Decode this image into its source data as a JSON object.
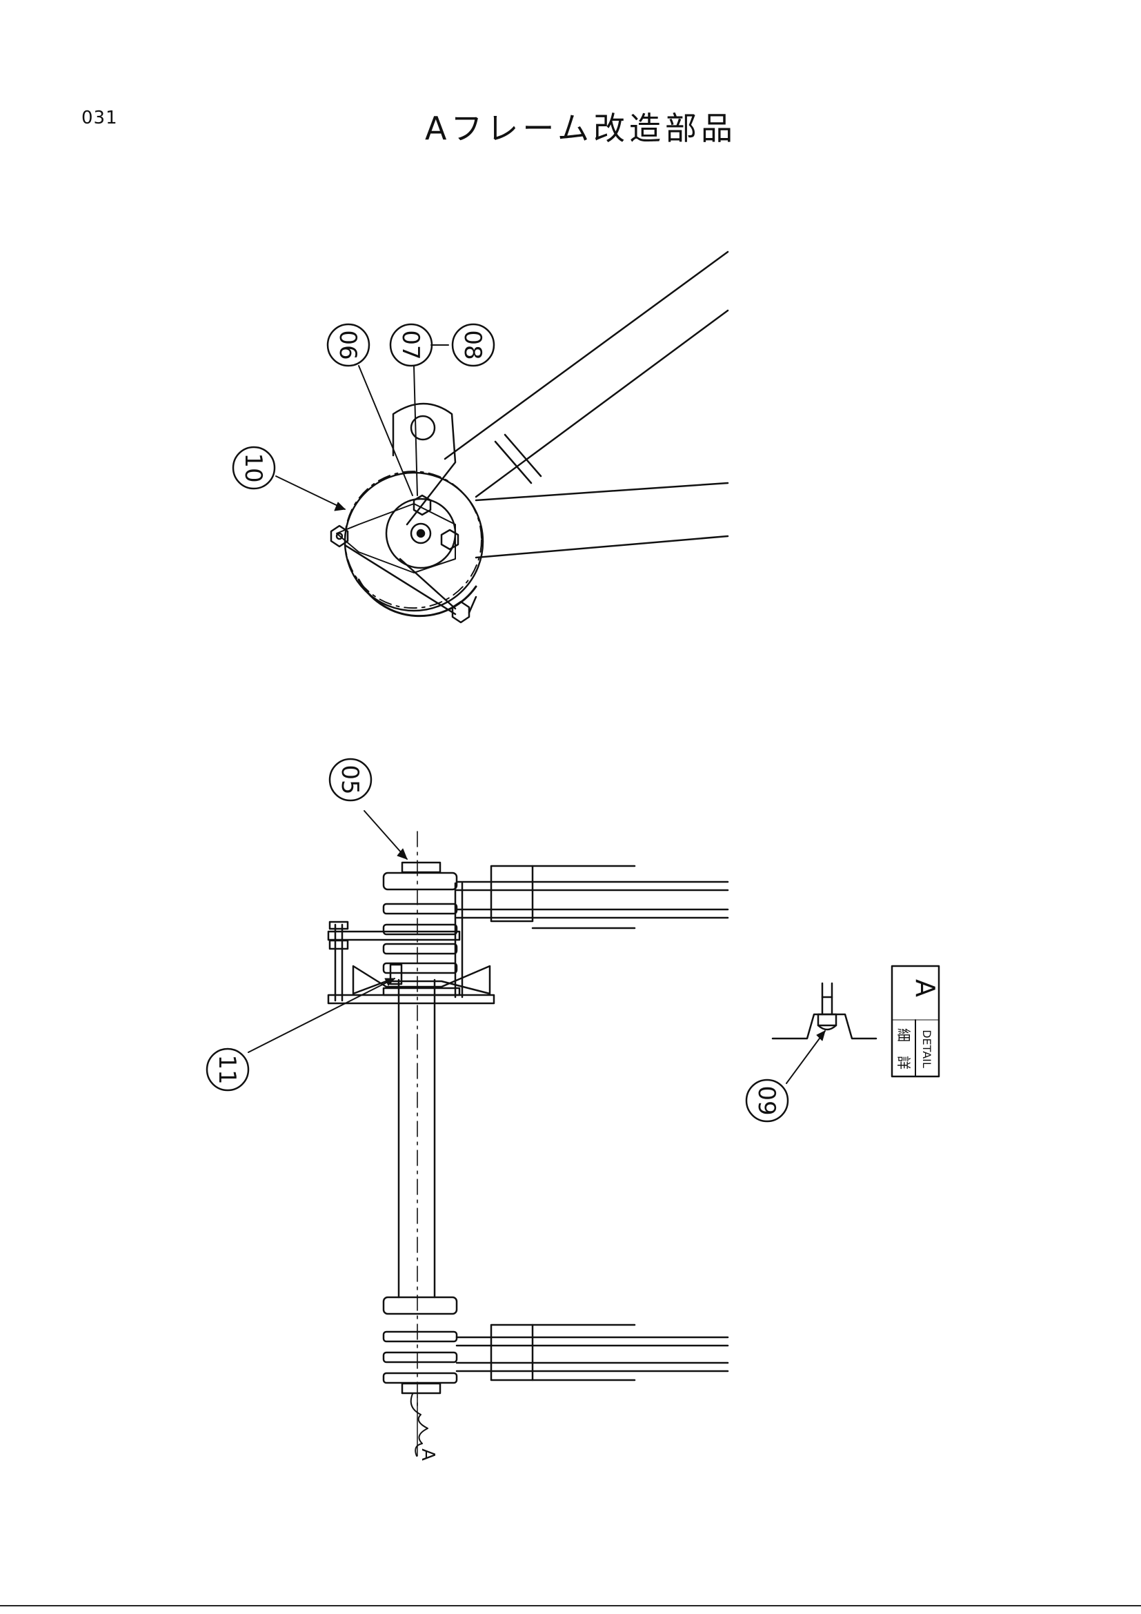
{
  "page_number": "031",
  "title": "Aフレーム改造部品",
  "callouts": {
    "c05": "05",
    "c06": "06",
    "c07": "07",
    "c08": "08",
    "c09": "09",
    "c10": "10",
    "c11": "11"
  },
  "detail_box": {
    "letter": "A",
    "kanji_1": "詳",
    "kanji_2": "細",
    "english": "DETAIL"
  },
  "section_marker": "A"
}
